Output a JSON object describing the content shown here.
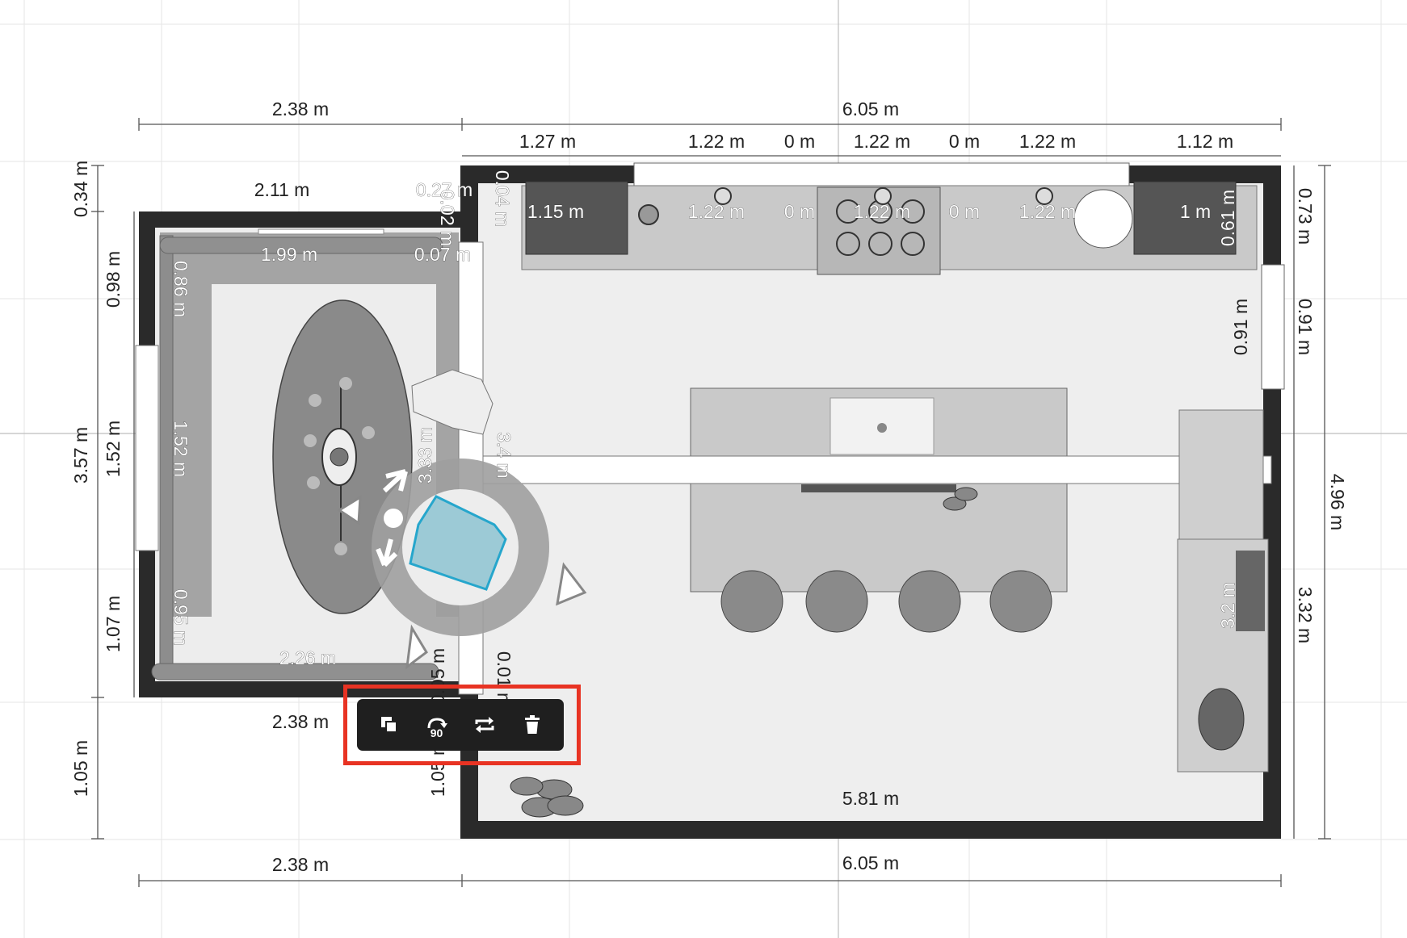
{
  "canvas": {
    "dimensions_top_outer": [
      "2.38 m",
      "6.05 m"
    ],
    "dimensions_top_inner": [
      "1.27 m",
      "1.22 m",
      "0 m",
      "1.22 m",
      "0 m",
      "1.22 m",
      "1.12 m"
    ],
    "dimensions_counter": [
      "1.15 m",
      "1.22 m",
      "0 m",
      "1.22 m",
      "0 m",
      "1.22 m",
      "1 m"
    ],
    "dimensions_left_room": [
      "2.11 m",
      "1.99 m",
      "0.27 m",
      "0.07 m",
      "0.02 m",
      "0.04 m",
      "0.86 m",
      "1.52 m",
      "0.95 m",
      "2.26 m",
      "3.33 m",
      "3.4 m"
    ],
    "dimensions_left_side": [
      "0.34 m",
      "0.98 m",
      "3.57 m",
      "1.52 m",
      "1.07 m",
      "1.05 m"
    ],
    "dimensions_right_side": [
      "0.73 m",
      "0.91 m",
      "0.91 m",
      "0.61 m",
      "4.96 m",
      "3.32 m",
      "3.2 m"
    ],
    "dimensions_bottom": [
      "2.38 m",
      "2.38 m",
      "6.05 m",
      "5.81 m",
      "1.05 m",
      "0.01 m",
      "0.05 m"
    ],
    "colors": {
      "wall": "#2a2a2a",
      "floor": "#eeeeee",
      "selection": "#5cc0d8",
      "highlight": "#e83323"
    }
  },
  "selection_toolbar": {
    "duplicate": {
      "icon": "duplicate-icon"
    },
    "rotate": {
      "icon": "rotate-90-icon",
      "label": "90"
    },
    "flip": {
      "icon": "flip-icon"
    },
    "delete": {
      "icon": "trash-icon"
    }
  }
}
